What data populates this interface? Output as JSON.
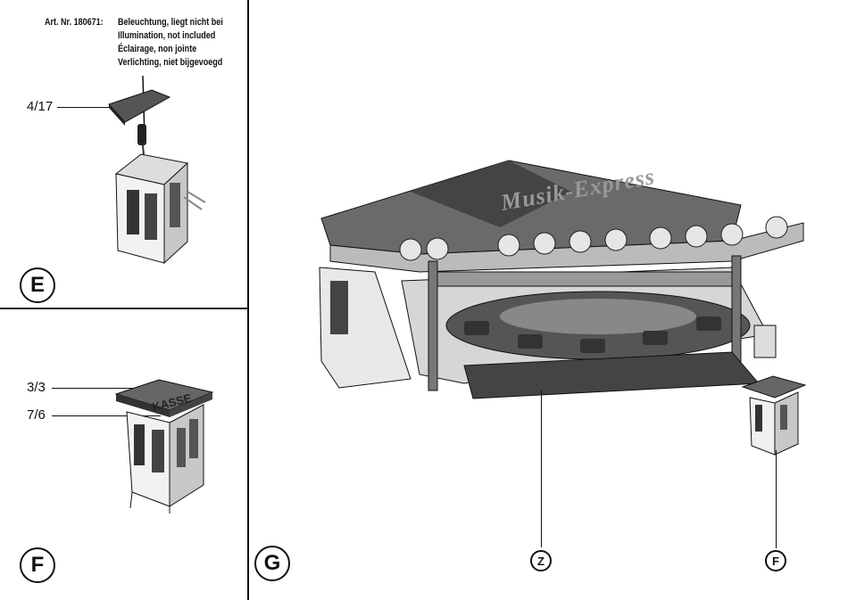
{
  "note": {
    "art_nr": "Art. Nr. 180671:",
    "lines": [
      "Beleuchtung, liegt nicht bei",
      "Illumination, not included",
      "Éclairage, non jointe",
      "Verlichting, niet bijgevoegd"
    ]
  },
  "panel_e": {
    "label": "E",
    "part_refs": [
      {
        "text": "4/17"
      }
    ]
  },
  "panel_f": {
    "label": "F",
    "part_refs": [
      {
        "text": "3/3"
      },
      {
        "text": "7/6"
      }
    ],
    "booth_sign": "KASSE"
  },
  "panel_g": {
    "label": "G",
    "ride_sign": "Musik-Express",
    "callouts": [
      {
        "label": "Z"
      },
      {
        "label": "F"
      }
    ]
  }
}
